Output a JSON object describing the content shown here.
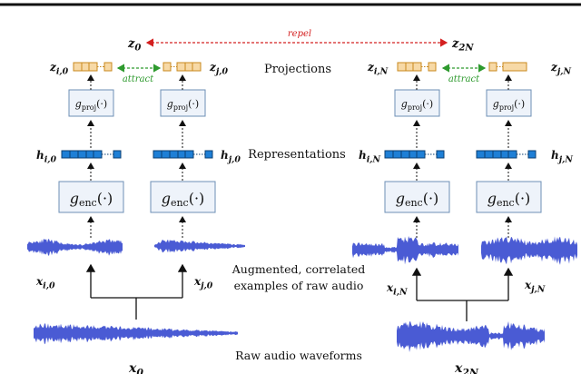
{
  "labels": {
    "repel": "repel",
    "attract": "attract",
    "projections": "Projections",
    "representations": "Representations",
    "augmented_line1": "Augmented, correlated",
    "augmented_line2": "examples of raw audio",
    "raw": "Raw audio waveforms"
  },
  "variables": {
    "z0": "z0",
    "z2N": "z2N",
    "zi0": "zi,0",
    "zj0": "zj,0",
    "ziN": "zi,N",
    "zjN": "zj,N",
    "hi0": "hi,0",
    "hj0": "hj,0",
    "hiN": "hi,N",
    "hjN": "hj,N",
    "xi0": "xi,0",
    "xj0": "xj,0",
    "xiN": "xi,N",
    "xjN": "xj,N",
    "x0": "x0",
    "x2N": "x2N"
  },
  "functions": {
    "proj": "gproj(·)",
    "enc": "genc(·)"
  },
  "colors": {
    "top_rule": "#111111",
    "proj_fill": "#f7d9a6",
    "proj_stroke": "#c8891e",
    "rep_fill": "#1e7fd6",
    "rep_stroke": "#0b3f73",
    "box_fill": "#eef3fa",
    "box_stroke": "#6d8fb5",
    "wave": "#4a5bd4",
    "repel": "#d42020",
    "attract": "#2e9a2e"
  }
}
